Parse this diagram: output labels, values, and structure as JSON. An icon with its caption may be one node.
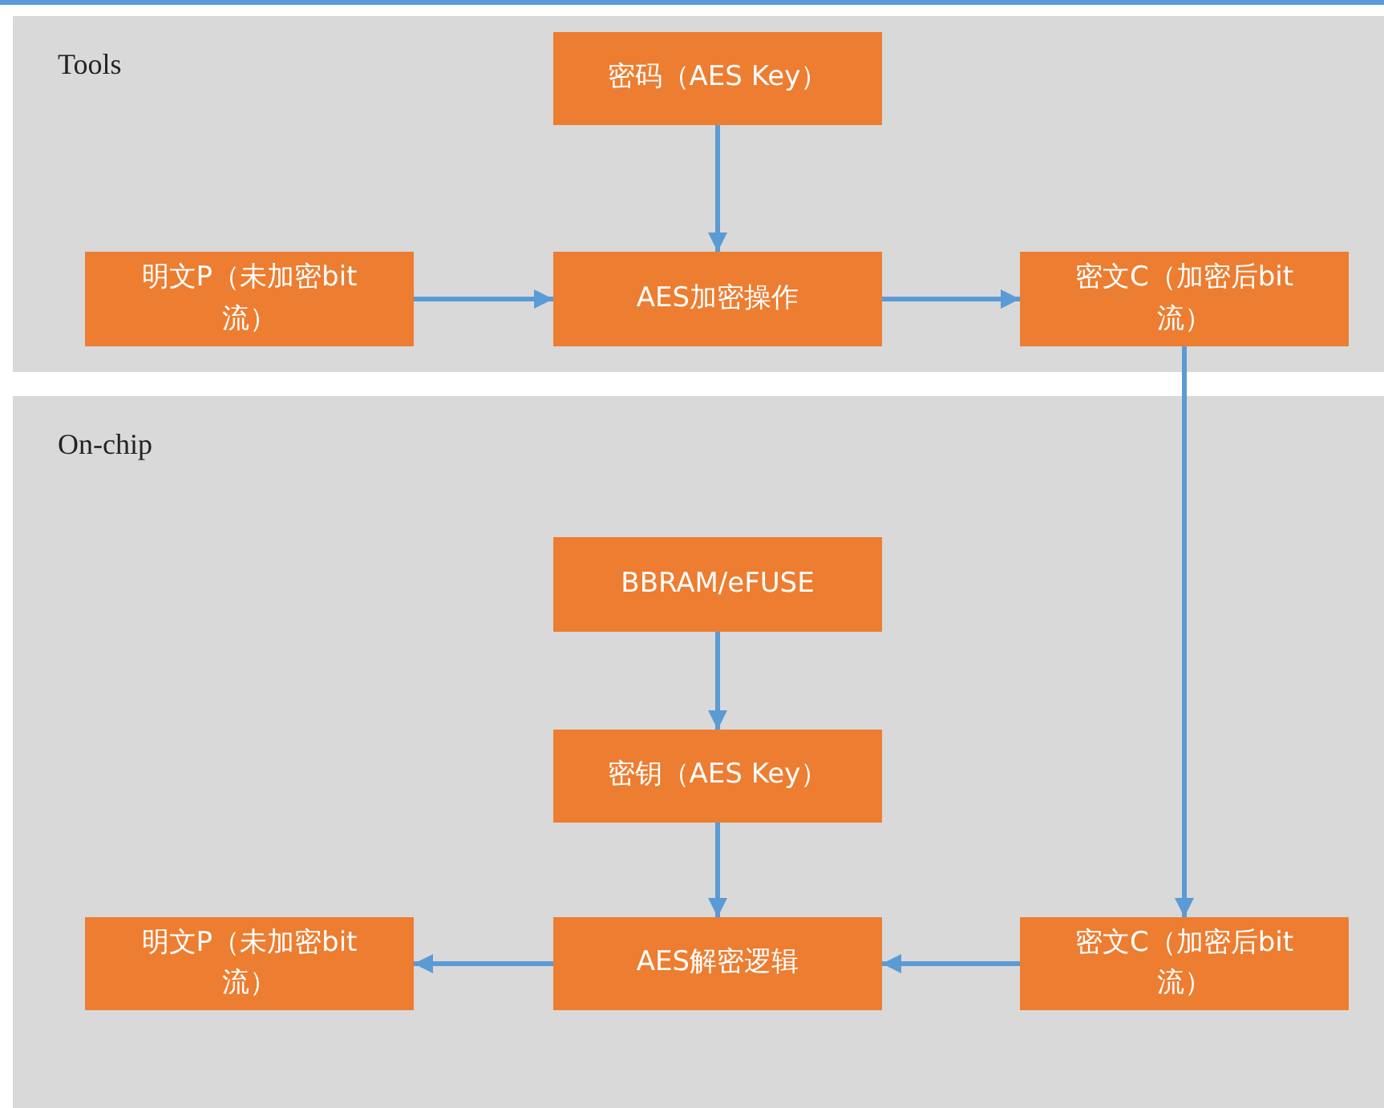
{
  "diagram": {
    "nodes": [
      {
        "text": [
          "Tools"
        ]
      },
      {
        "text": [
          "密码（AES Key）"
        ],
        "in": 0
      },
      {
        "text": [
          "明文P（未加密bit流）"
        ],
        "in": 0
      },
      {
        "text": [
          "AES加密操作"
        ],
        "in": 0
      },
      {
        "text": [
          "密文C（加密后bit流）"
        ],
        "in": 0
      },
      {
        "text": [
          "On-chip"
        ]
      },
      {
        "text": [
          "BBRAM/eFUSE"
        ],
        "in": 5
      },
      {
        "text": [
          "密钥（AES Key）"
        ],
        "in": 5
      },
      {
        "text": [
          "明文P（未加密bit流）"
        ],
        "in": 5
      },
      {
        "text": [
          "AES解密逻辑"
        ],
        "in": 5
      },
      {
        "text": [
          "密文C（加密后bit流）"
        ],
        "in": 5
      }
    ],
    "edges": [
      {
        "from": 1,
        "to": 3,
        "arrow": "to"
      },
      {
        "from": 2,
        "to": 3,
        "arrow": "to"
      },
      {
        "from": 3,
        "to": 4,
        "arrow": "to"
      },
      {
        "from": 4,
        "to": 10,
        "arrow": "to"
      },
      {
        "from": 6,
        "to": 7,
        "arrow": "to"
      },
      {
        "from": 7,
        "to": 9,
        "arrow": "to"
      },
      {
        "from": 10,
        "to": 9,
        "arrow": "to"
      },
      {
        "from": 9,
        "to": 8,
        "arrow": "to"
      }
    ]
  }
}
